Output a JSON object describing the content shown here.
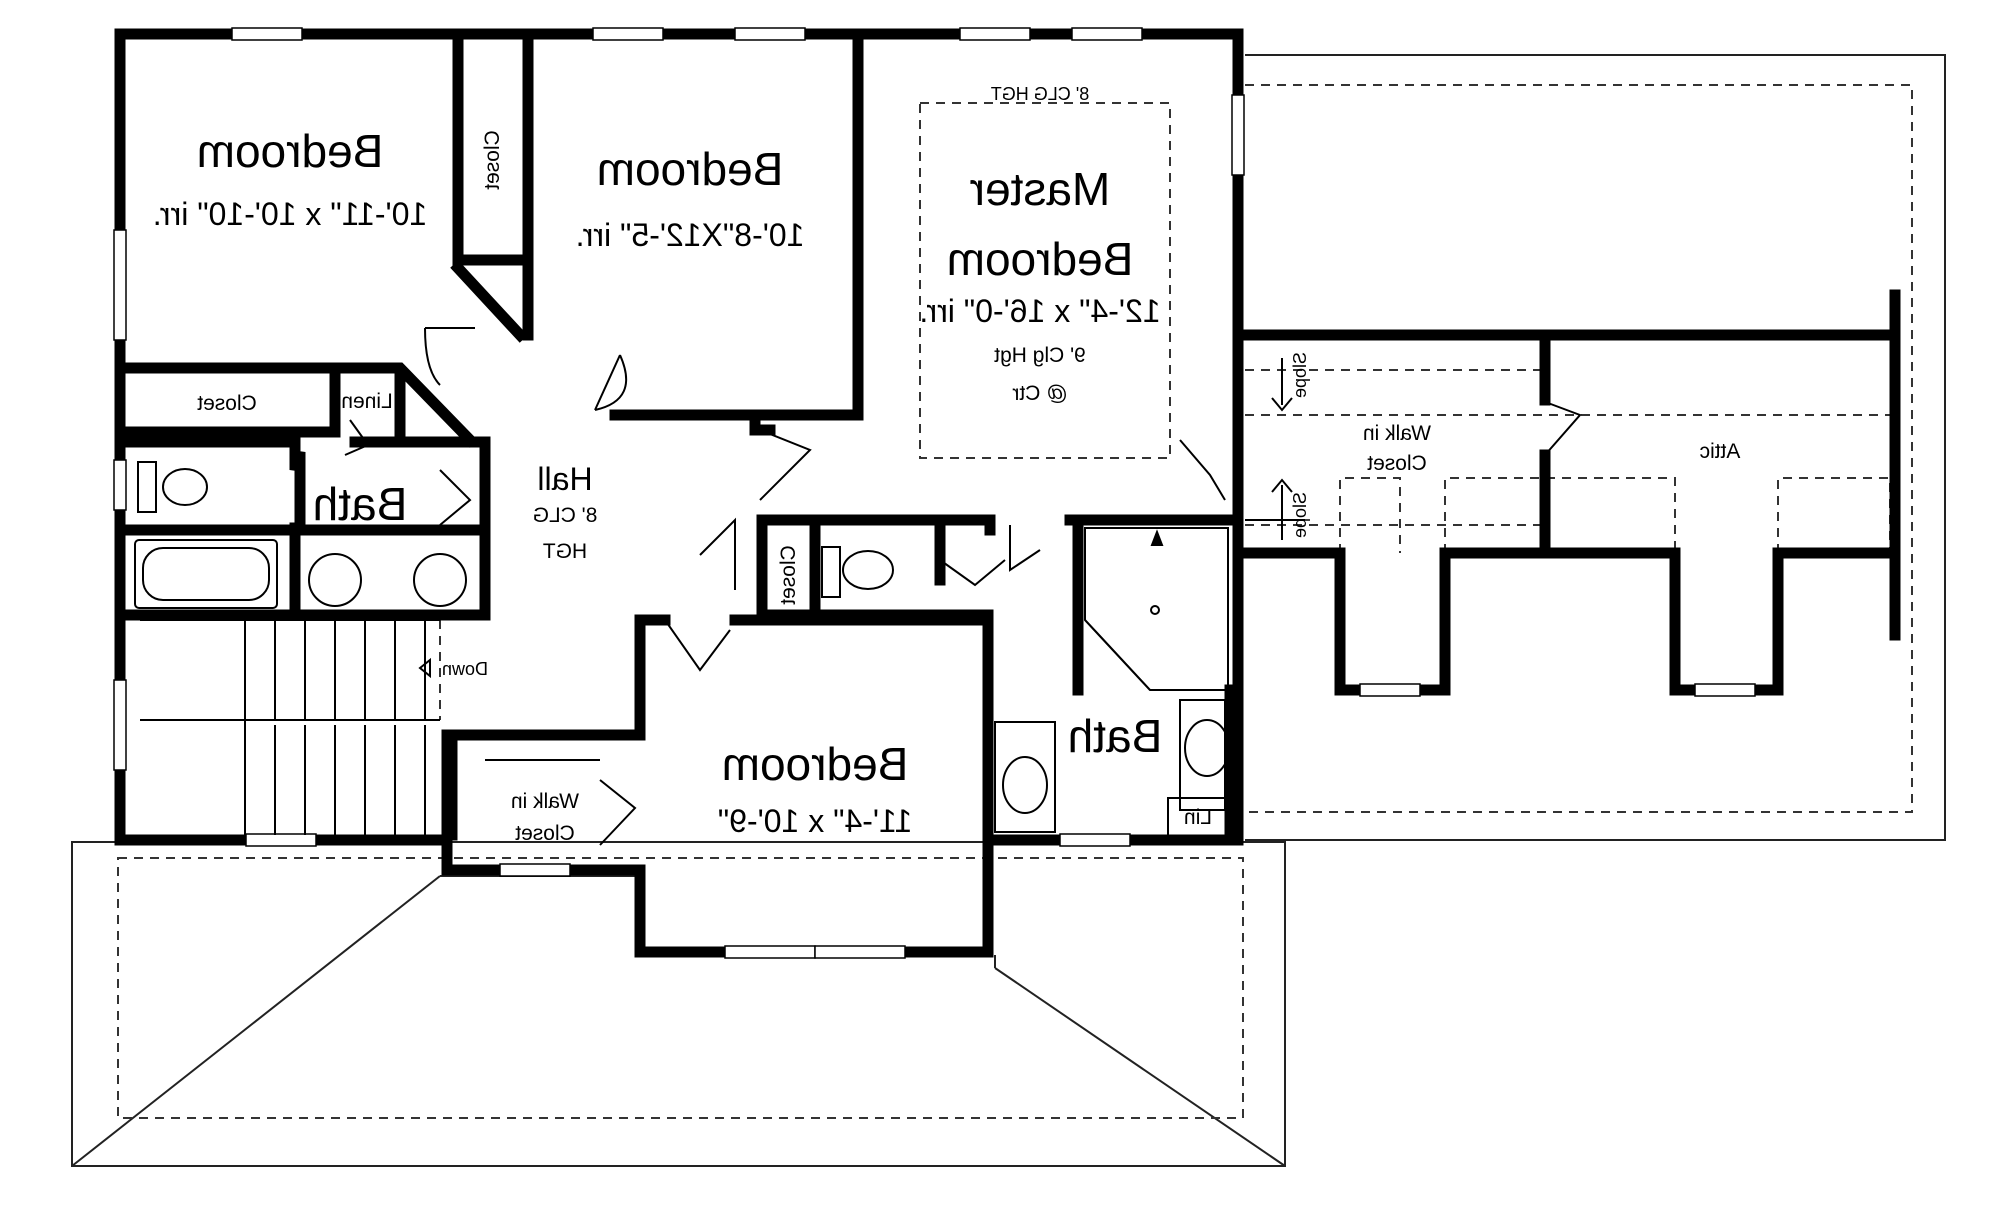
{
  "colors": {
    "wall": "#000000",
    "background": "#ffffff",
    "dashed": "#333333"
  },
  "rooms": {
    "bedroom_nw": {
      "name": "Bedroom",
      "dims": "10'-11\" x 10'-10\" irr."
    },
    "closet_nw": {
      "name": "Closet"
    },
    "bedroom_n": {
      "name": "Bedroom",
      "dims": "10'-8\"X12'-5\" irr."
    },
    "master": {
      "name_line1": "Master",
      "name_line2": "Bedroom",
      "dims": "12'-4\" x 16'-0\" irr.",
      "ceiling_top": "8' CLG HGT",
      "ceiling_1": "9' Clg Hgt",
      "ceiling_2": "@ Ctr"
    },
    "closet_w": {
      "name": "Closet"
    },
    "linen": {
      "name": "Linen"
    },
    "bath_w": {
      "name": "Bath"
    },
    "hall": {
      "name": "Hall",
      "ceil_1": "8' CLG",
      "ceil_2": "HGT"
    },
    "closet_c": {
      "name": "Closet"
    },
    "stair": {
      "label": "Down"
    },
    "walkin_master": {
      "line1": "Walk in",
      "line2": "Closet",
      "slope_top": "Slope",
      "slope_bottom": "Slope"
    },
    "attic": {
      "name": "Attic"
    },
    "bedroom_s": {
      "name": "Bedroom",
      "dims": "11'-4\" x 10'-9\""
    },
    "walkin_s": {
      "line1": "Walk in",
      "line2": "Closet"
    },
    "bath_e": {
      "name": "Bath",
      "lin": "Lin"
    }
  }
}
